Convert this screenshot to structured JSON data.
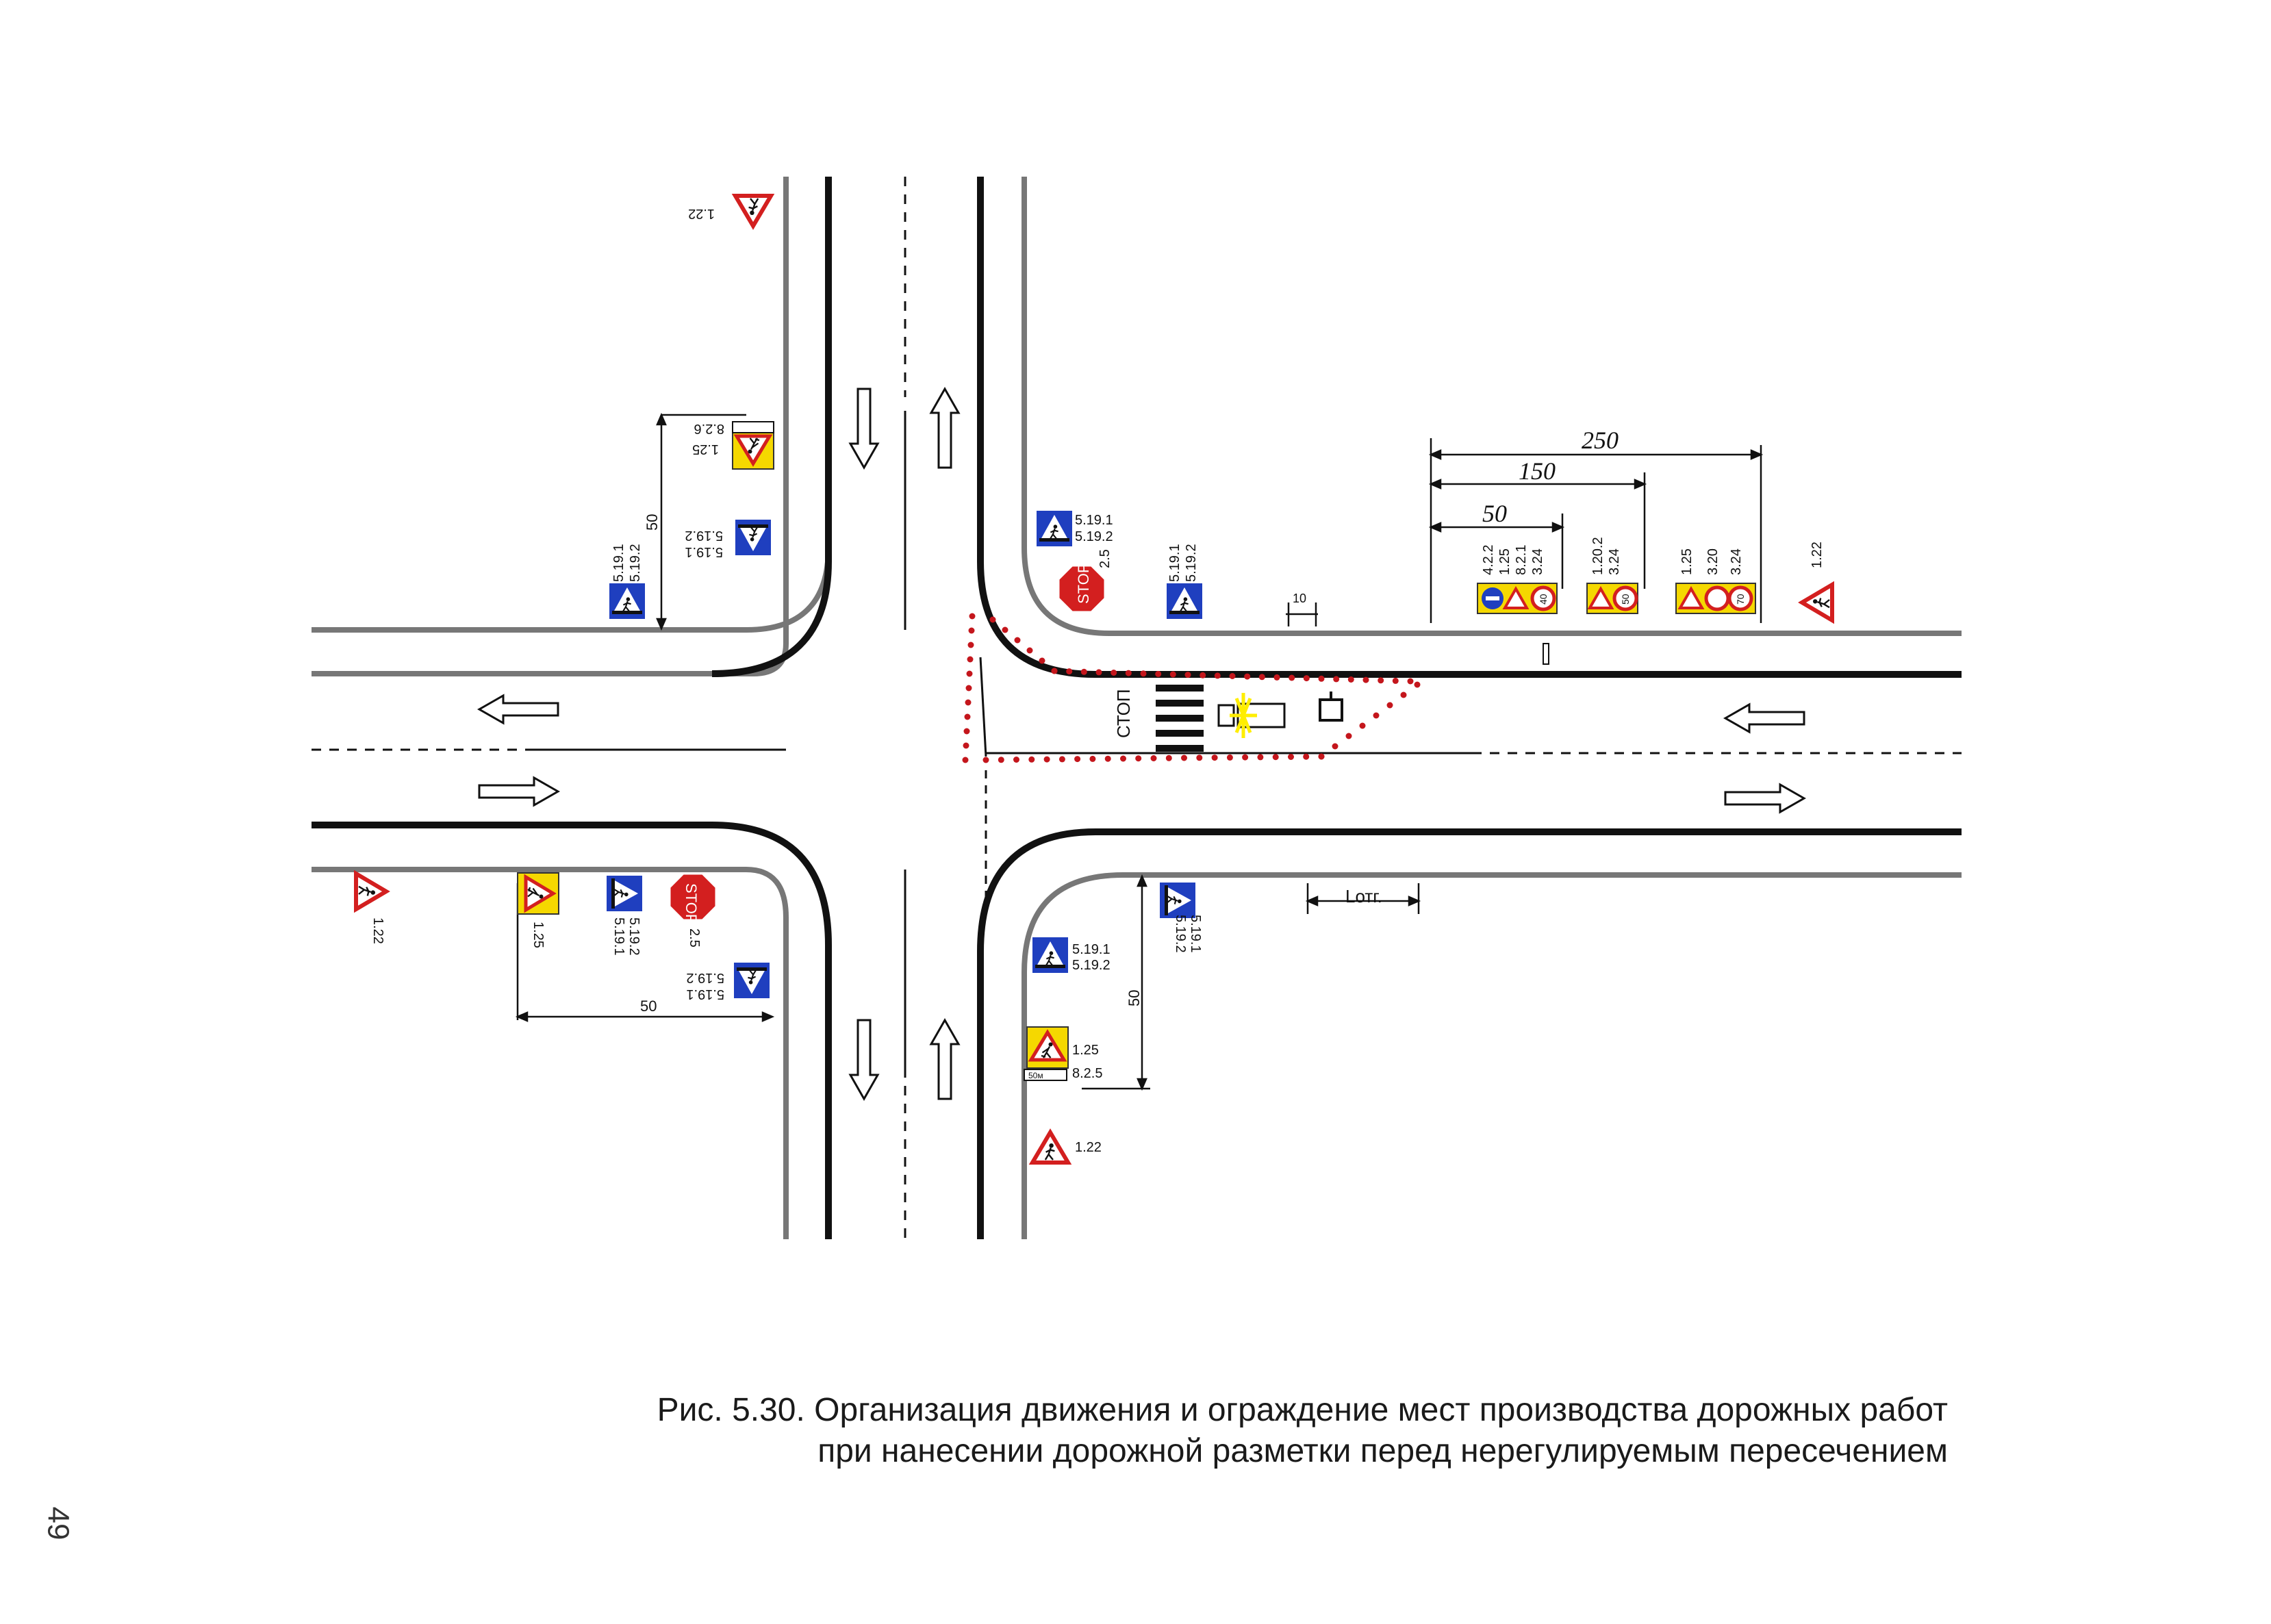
{
  "caption": {
    "line1": "Рис. 5.30. Организация движения и ограждение мест производства дорожных работ",
    "line2": "при нанесении дорожной разметки перед нерегулируемым пересечением"
  },
  "page_number": "49",
  "stop_marking": "СТОП",
  "dimensions": {
    "d250": "250",
    "d150": "150",
    "d50": "50",
    "d10": "10",
    "lotg": "Lотг.",
    "d50_top_left": "50",
    "d50_bottom_left": "50",
    "d50_bottom_right": "50"
  },
  "signs": {
    "top_122": "1.22",
    "top_125": "1.25",
    "top_826": "8.2.6",
    "top_5191": "5.19.1",
    "top_5192": "5.19.2",
    "left_5191": "5.19.1",
    "left_5192": "5.19.2",
    "tr_5191": "5.19.1",
    "tr_5192": "5.19.2",
    "tr_stop": "2.5",
    "tr2_5191": "5.19.1",
    "tr2_5192": "5.19.2",
    "g1": [
      "4.2.2",
      "1.25",
      "8.2.1",
      "3.24"
    ],
    "g2": [
      "1.20.2",
      "3.24"
    ],
    "g3": [
      "1.25",
      "3.20",
      "3.24"
    ],
    "g4": "1.22",
    "bl_122": "1.22",
    "bl_125": "1.25",
    "bl_5191": "5.19.1",
    "bl_5192": "5.19.2",
    "bl_stop": "2.5",
    "bl2_5191": "5.19.1",
    "bl2_5192": "5.19.2",
    "br_5191": "5.19.1",
    "br_5192": "5.19.2",
    "br2_5191": "5.19.1",
    "br2_5192": "5.19.2",
    "br_125": "1.25",
    "br_825": "8.2.5",
    "br_122": "1.22"
  },
  "sign_texts": {
    "stop": "STOP",
    "plate_50": "50м",
    "speed_40": "40",
    "speed_50": "50",
    "speed_70": "70"
  },
  "colors": {
    "road_edge_dark": "#111111",
    "road_edge_grey": "#777777",
    "sign_blue": "#1f3fbf",
    "sign_red": "#d31f1f",
    "sign_yellow": "#f5d800",
    "fence_dots": "#c4161c",
    "beacon": "#ffee00"
  }
}
